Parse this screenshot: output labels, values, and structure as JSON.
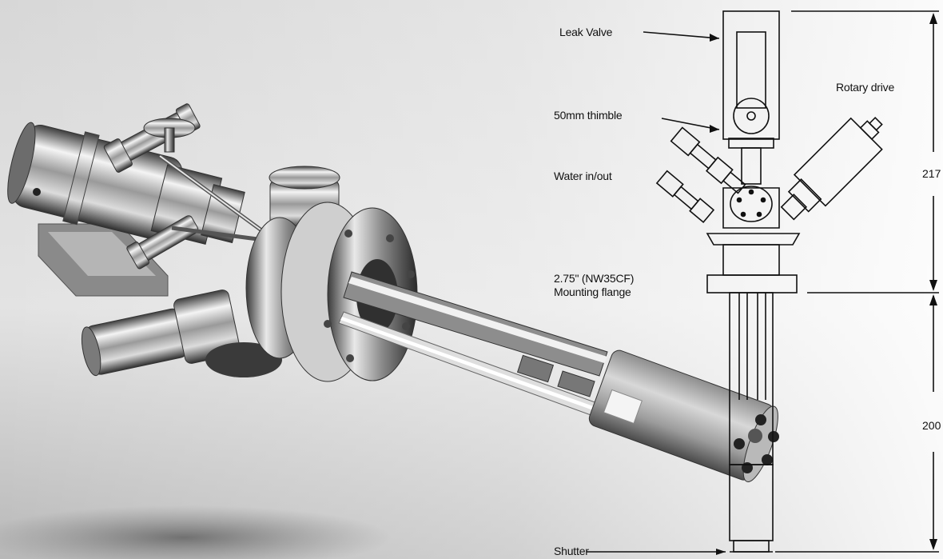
{
  "labels": {
    "leak_valve": "Leak Valve",
    "thimble": "50mm thimble",
    "rotary_drive": "Rotary drive",
    "water": "Water in/out",
    "flange_line1": "2.75\" (NW35CF)",
    "flange_line2": "Mounting flange",
    "shutter": "Shutter"
  },
  "dimensions": {
    "upper": "217",
    "lower": "200"
  },
  "colors": {
    "background_top": "#d9d9d9",
    "background_bottom": "#b4b4b4",
    "line": "#111111",
    "metal_light": "#f2f2f2",
    "metal_dark": "#4a4a4a"
  }
}
